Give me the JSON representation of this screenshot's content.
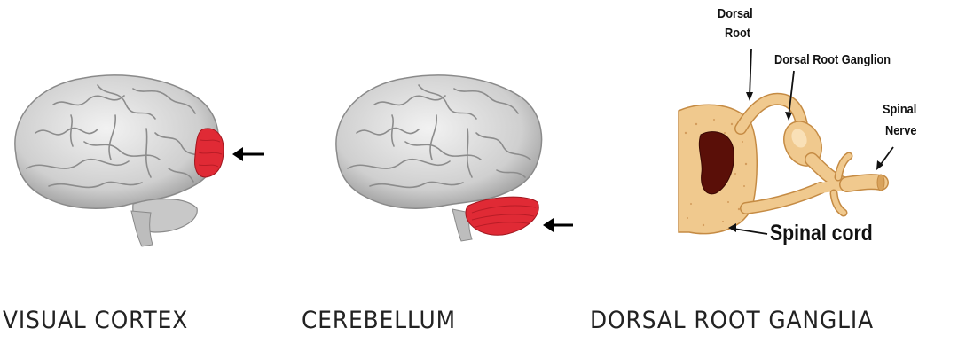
{
  "panels": [
    {
      "caption": "VISUAL CORTEX",
      "highlight_color": "#e02a35"
    },
    {
      "caption": "CEREBELLUM",
      "highlight_color": "#e02a35"
    },
    {
      "caption": "DORSAL ROOT GANGLIA"
    }
  ],
  "spinal_diagram": {
    "labels": {
      "dorsal_root_line1": "Dorsal",
      "dorsal_root_line2": "Root",
      "dorsal_root_ganglion": "Dorsal Root Ganglion",
      "spinal_nerve_line1": "Spinal",
      "spinal_nerve_line2": "Nerve",
      "spinal_cord": "Spinal cord"
    },
    "colors": {
      "tissue": "#f0c98e",
      "tissue_dark": "#d9a35c",
      "gray_matter": "#5a0f08"
    }
  }
}
